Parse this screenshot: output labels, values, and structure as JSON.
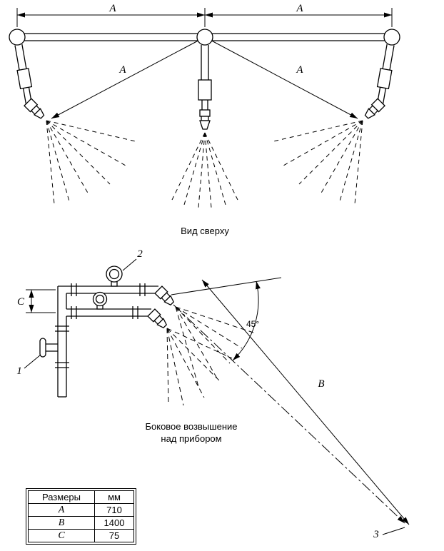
{
  "drawing": {
    "bg": "#ffffff",
    "ink": "#000000"
  },
  "top_view": {
    "caption": "Вид сверху",
    "dim_top_left": "А",
    "dim_top_right": "А",
    "dim_diag_left": "А",
    "dim_diag_right": "А"
  },
  "side_view": {
    "caption_line1": "Боковое возвышение",
    "caption_line2": "над прибором",
    "angle": "45°",
    "dim_b": "В",
    "dim_c": "С",
    "callouts": {
      "valve": "1",
      "gauge": "2",
      "target": "3"
    }
  },
  "table": {
    "headers": [
      "Размеры",
      "мм"
    ],
    "rows": [
      [
        "А",
        "710"
      ],
      [
        "В",
        "1400"
      ],
      [
        "С",
        "75"
      ]
    ]
  }
}
